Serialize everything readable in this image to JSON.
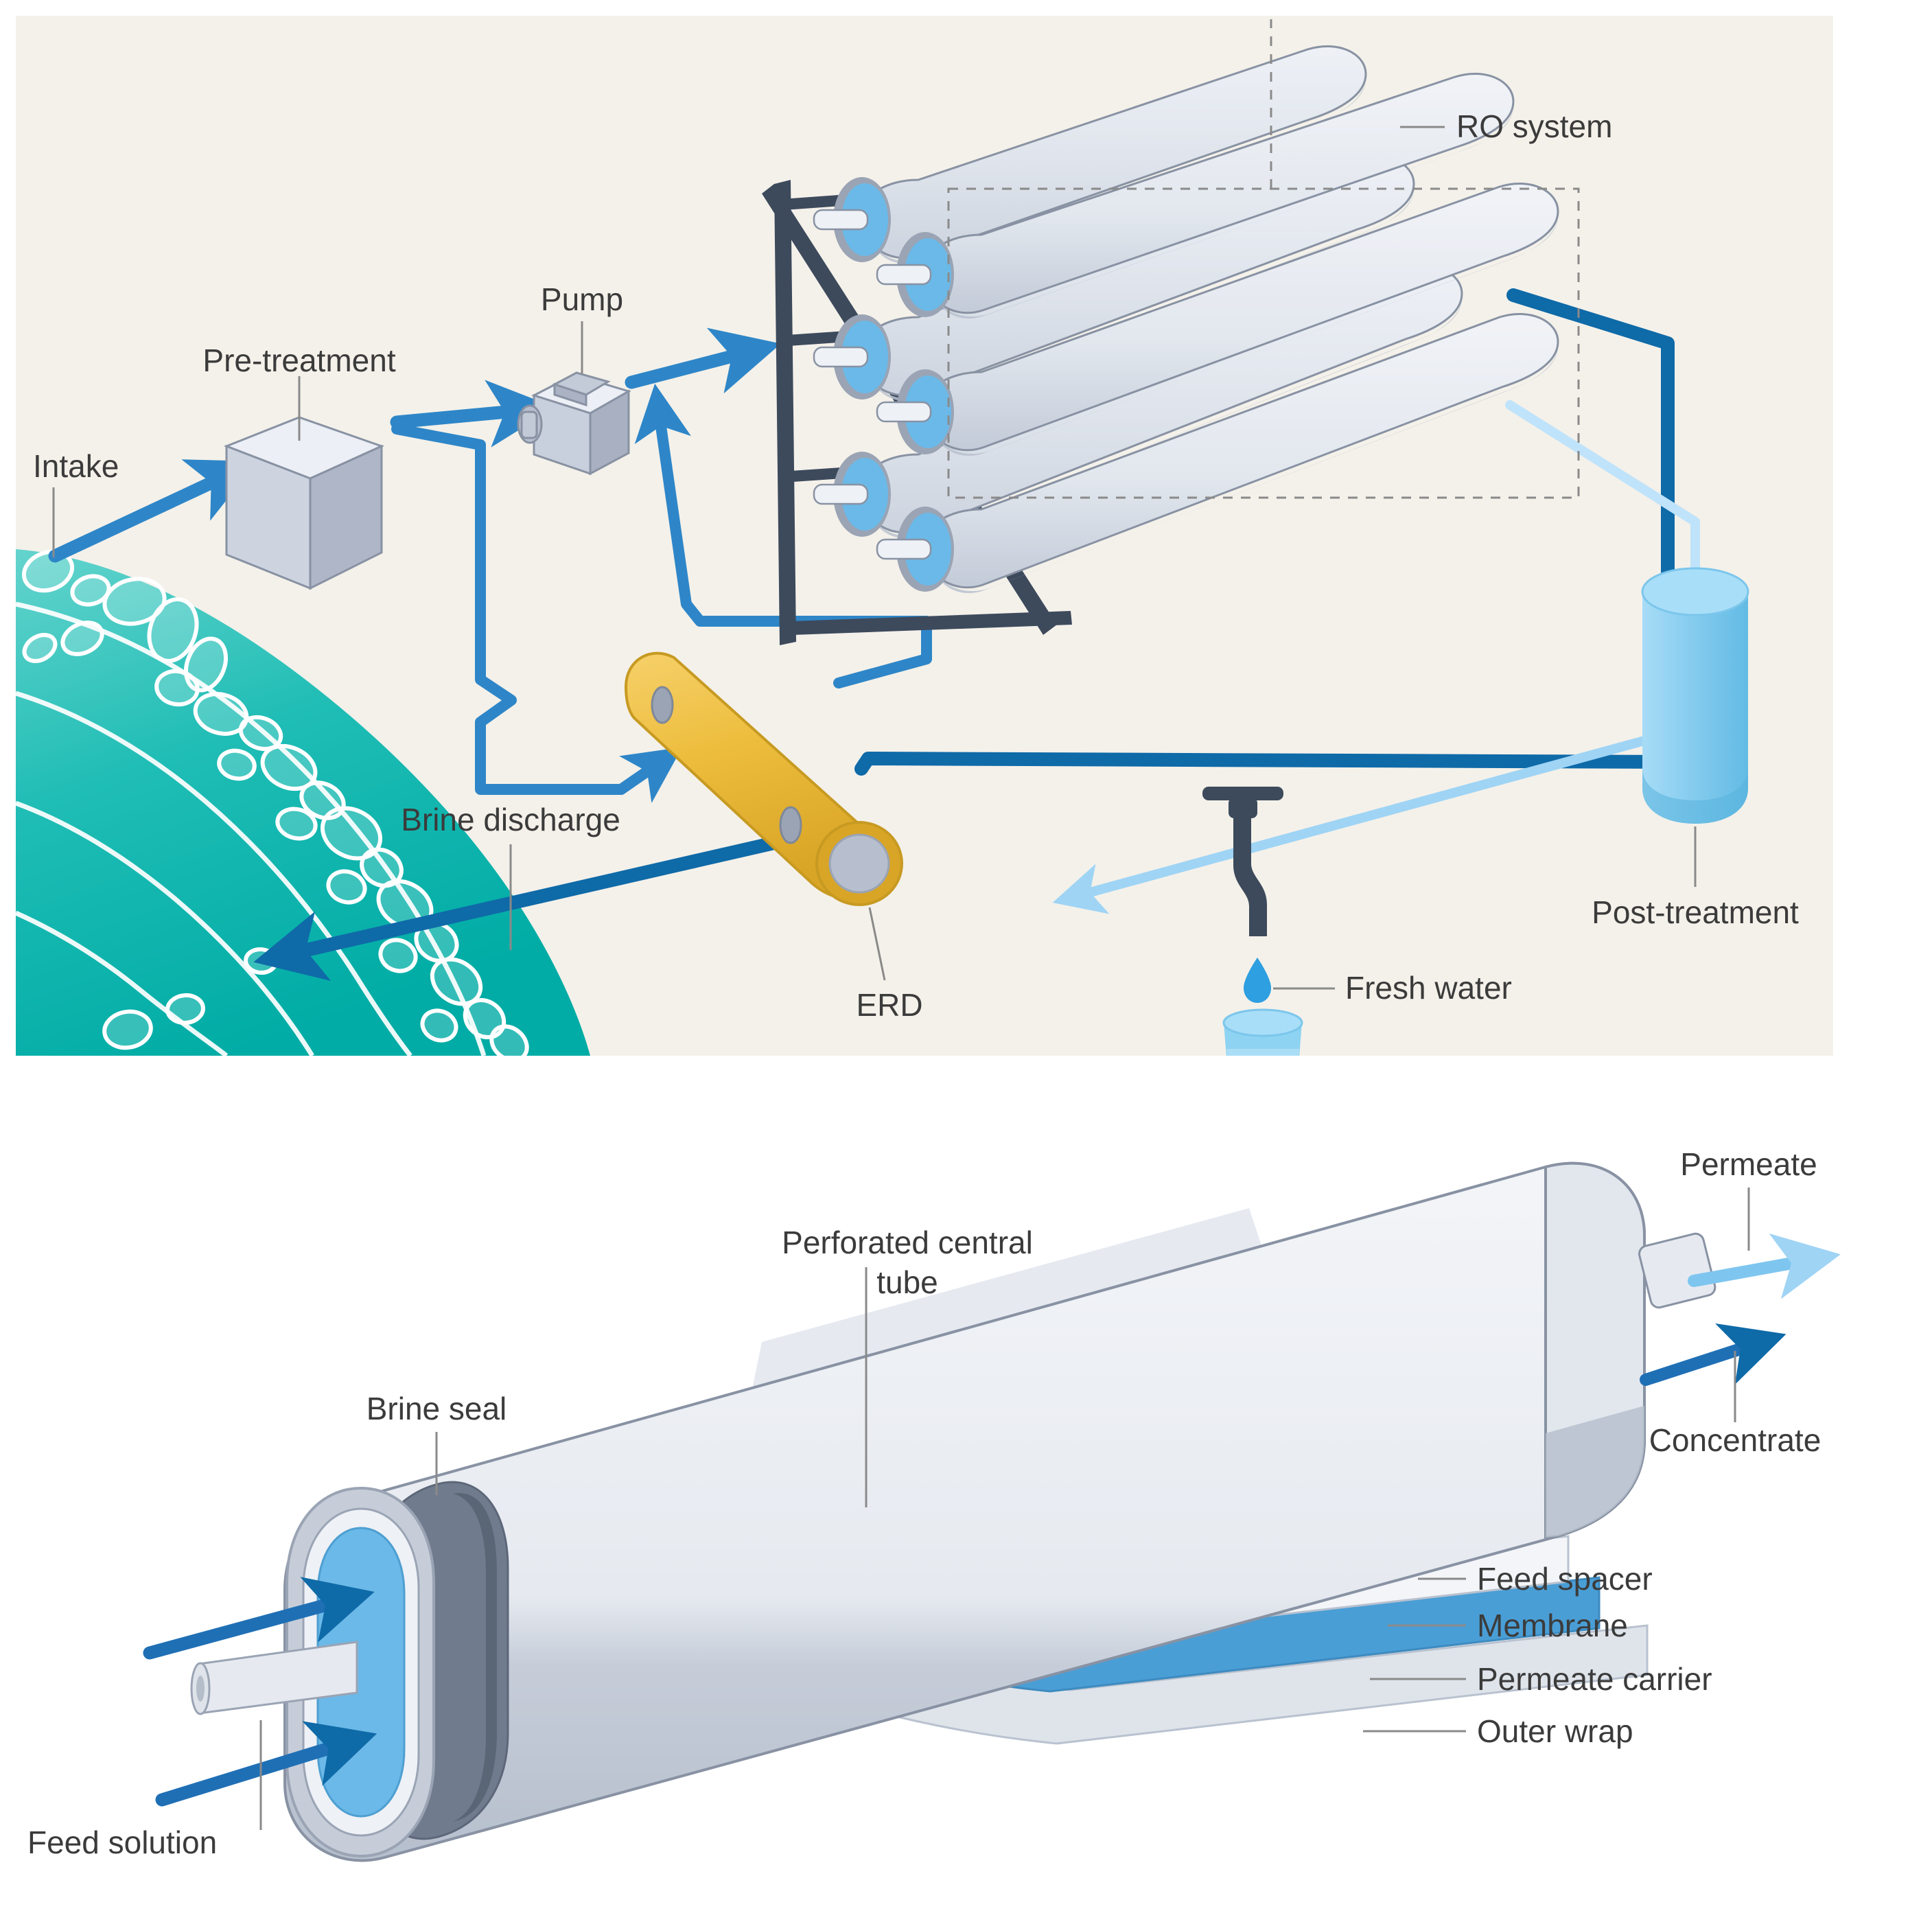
{
  "figure": {
    "title": "Reverse osmosis seawater desalination schematic",
    "panels": [
      {
        "id": "panel-a",
        "name": "plant-process-flow",
        "background_color": "#f4f1ea",
        "labels": [
          {
            "key": "intake",
            "text": "Intake"
          },
          {
            "key": "pretreatment",
            "text": "Pre-treatment"
          },
          {
            "key": "pump",
            "text": "Pump"
          },
          {
            "key": "ro_system",
            "text": "RO system"
          },
          {
            "key": "post_treatment",
            "text": "Post-treatment"
          },
          {
            "key": "fresh_water",
            "text": "Fresh water"
          },
          {
            "key": "brine_discharge",
            "text": "Brine discharge"
          },
          {
            "key": "erd",
            "text": "ERD"
          }
        ]
      },
      {
        "id": "panel-b",
        "name": "spiral-wound-membrane-element",
        "background_color": "#ffffff",
        "labels": [
          {
            "key": "brine_seal",
            "text": "Brine seal"
          },
          {
            "key": "perforated_tube",
            "text": "Perforated central",
            "text2": "tube"
          },
          {
            "key": "permeate",
            "text": "Permeate"
          },
          {
            "key": "concentrate",
            "text": "Concentrate"
          },
          {
            "key": "feed_spacer",
            "text": "Feed spacer"
          },
          {
            "key": "membrane",
            "text": "Membrane"
          },
          {
            "key": "permeate_carrier",
            "text": "Permeate carrier"
          },
          {
            "key": "outer_wrap",
            "text": "Outer wrap"
          },
          {
            "key": "feed_solution",
            "text": "Feed solution"
          }
        ]
      }
    ],
    "colors": {
      "panel_bg": "#f4f1ea",
      "page_bg": "#ffffff",
      "ocean_teal_light": "#3fc9c2",
      "ocean_teal_dark": "#00aca5",
      "foam_white": "#ffffff",
      "flow_feed_blue": "#2e86c8",
      "flow_brine_blue": "#0f6aa8",
      "flow_permeate_blue": "#9fd4f5",
      "vessel_body": "#dde2ea",
      "vessel_shadow": "#b9c2cf",
      "vessel_edge": "#8892a3",
      "port_blue": "#6bb9e8",
      "erd_yellow": "#f0c03c",
      "erd_yellow_dark": "#d8a526",
      "tank_blue": "#8ed3f2",
      "tank_blue_dark": "#6dc2e8",
      "label_text": "#3b3b3b",
      "leader_line": "#8a8a8a",
      "feed_spacer_yellow": "#f2c44a",
      "membrane_white": "#f2f4f7",
      "permeate_carrier_blue": "#4a9ed6",
      "outer_wrap_grey": "#d5dbe4",
      "frame_dark": "#3d4a5c",
      "faucet_dark": "#3d4a5c"
    }
  }
}
